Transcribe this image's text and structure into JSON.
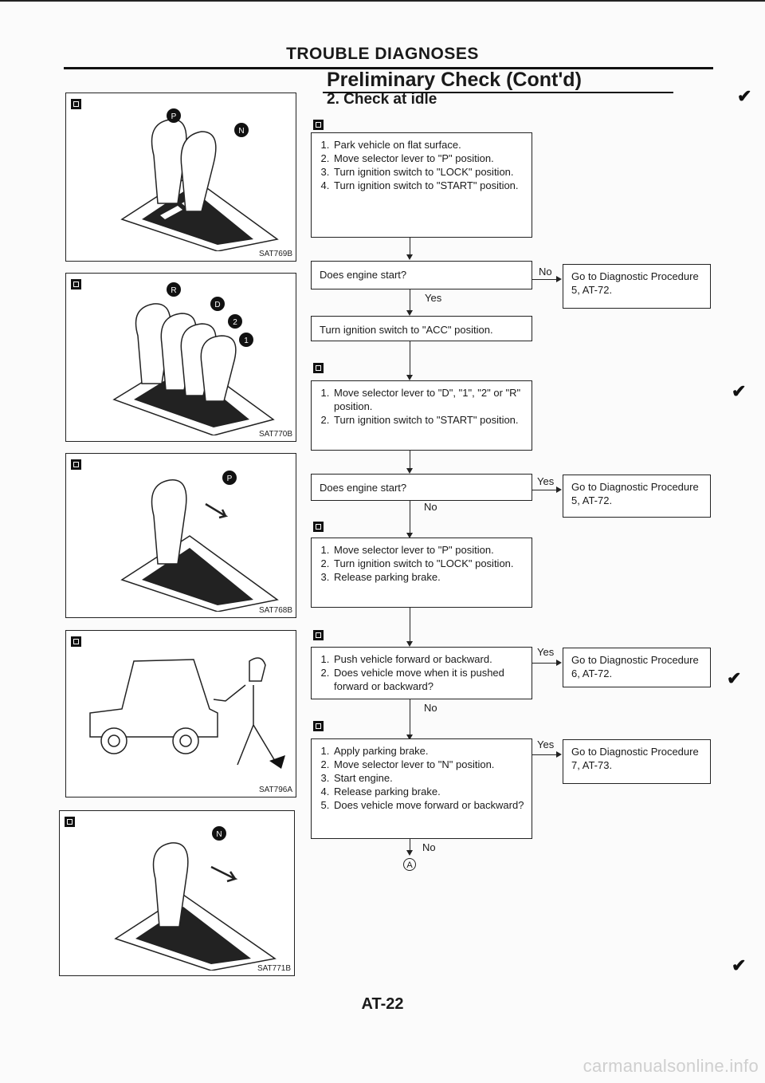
{
  "header": {
    "section": "TROUBLE DIAGNOSES",
    "subtitle": "Preliminary Check (Cont'd)",
    "step": "2.  Check at idle"
  },
  "figures": [
    {
      "code": "SAT769B",
      "badges": [
        "P",
        "N"
      ]
    },
    {
      "code": "SAT770B",
      "badges": [
        "R",
        "D",
        "2",
        "1"
      ]
    },
    {
      "code": "SAT768B",
      "badges": [
        "P"
      ]
    },
    {
      "code": "SAT796A",
      "badges": []
    },
    {
      "code": "SAT771B",
      "badges": [
        "N"
      ]
    }
  ],
  "flow": {
    "a_steps": [
      "Park vehicle on flat surface.",
      "Move selector lever to \"P\" position.",
      "Turn ignition switch to \"LOCK\" position.",
      "Turn ignition switch to \"START\" position."
    ],
    "q1": "Does engine start?",
    "q1_no": "No",
    "q1_yes": "Yes",
    "q1_go": "Go to Diagnostic Procedure 5, AT-72.",
    "acc": "Turn ignition switch to \"ACC\" position.",
    "b_steps": [
      "Move selector lever to \"D\", \"1\", \"2\" or \"R\" position.",
      "Turn ignition switch to \"START\" position."
    ],
    "q2": "Does engine start?",
    "q2_yes": "Yes",
    "q2_no": "No",
    "q2_go": "Go to Diagnostic Procedure 5, AT-72.",
    "c_steps": [
      "Move selector lever to \"P\" position.",
      "Turn ignition switch to \"LOCK\" position.",
      "Release parking brake."
    ],
    "d_steps": [
      "Push vehicle forward or backward.",
      "Does vehicle move when it is pushed forward or backward?"
    ],
    "d_yes": "Yes",
    "d_no": "No",
    "d_go": "Go to Diagnostic Procedure 6, AT-72.",
    "e_steps": [
      "Apply parking brake.",
      "Move selector lever to \"N\" position.",
      "Start engine.",
      "Release parking brake.",
      "Does vehicle move forward or backward?"
    ],
    "e_yes": "Yes",
    "e_no": "No",
    "e_go": "Go to Diagnostic Procedure 7, AT-73.",
    "connector": "A"
  },
  "footer": {
    "page": "AT-22",
    "watermark": "carmanualsonline.info"
  }
}
